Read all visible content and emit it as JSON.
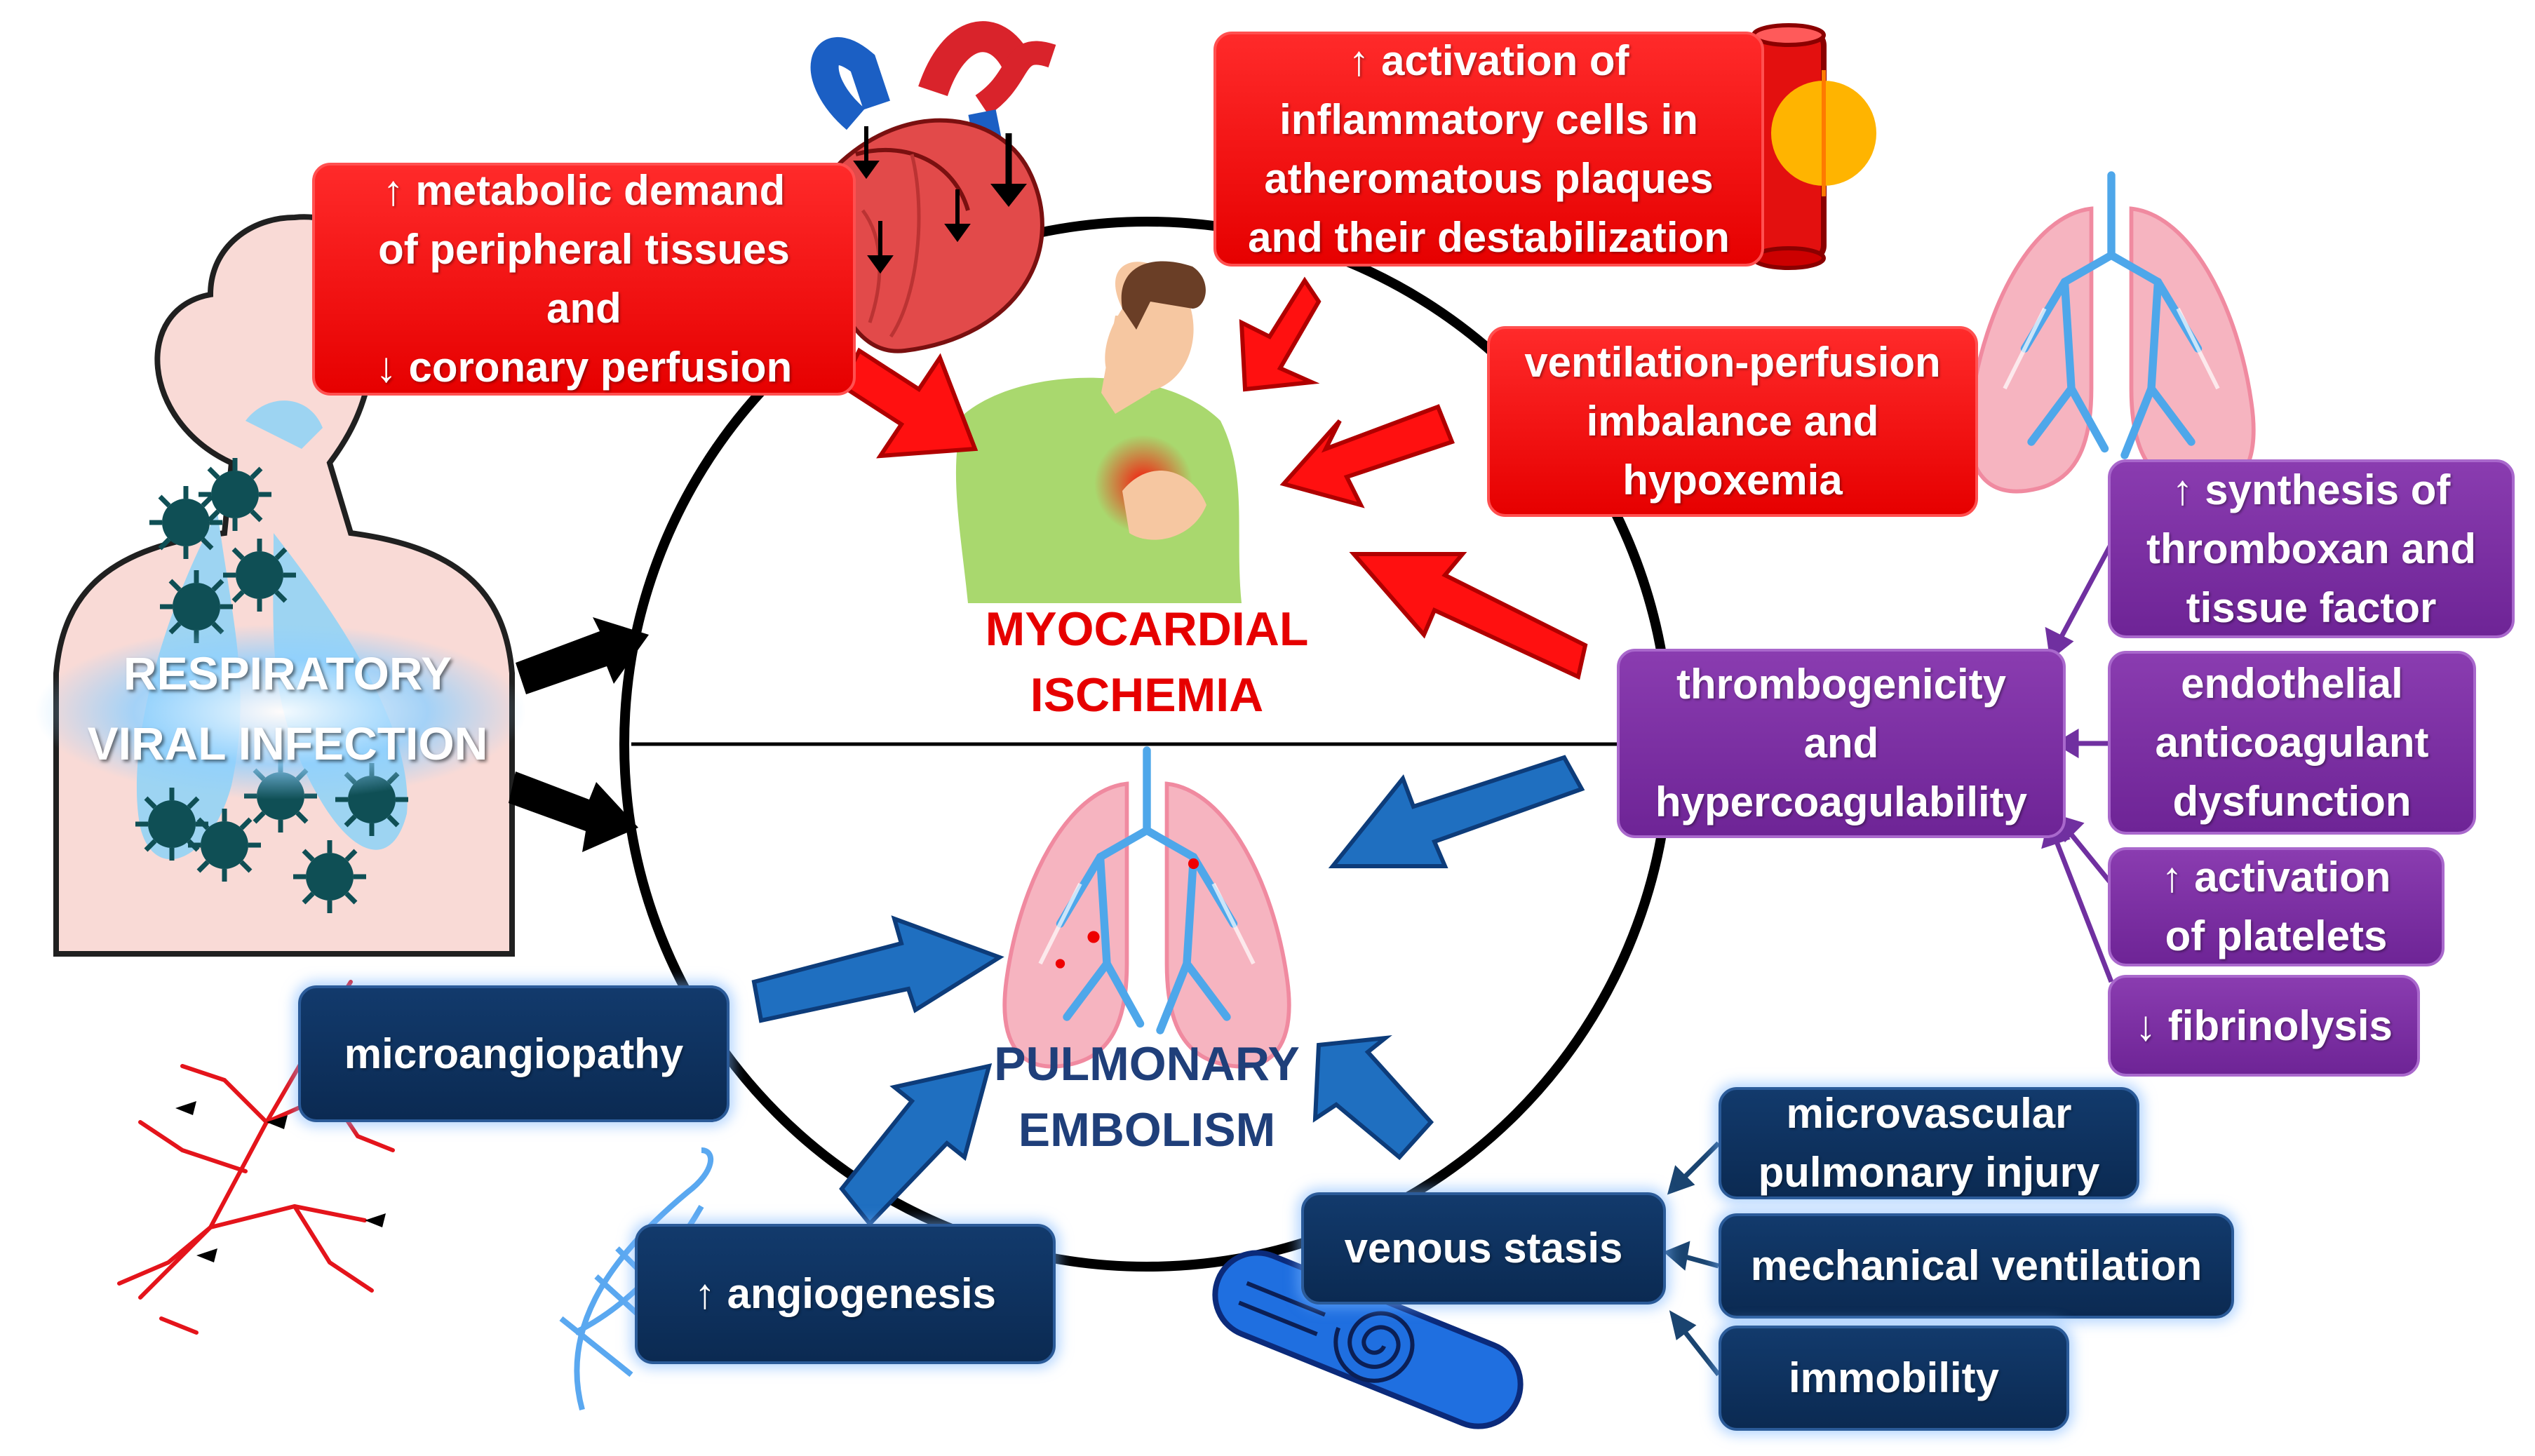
{
  "center": {
    "top_label": "MYOCARDIAL\nISCHEMIA",
    "bottom_label": "PULMONARY\nEMBOLISM"
  },
  "source": {
    "label": "RESPIRATORY\nVIRAL INFECTION"
  },
  "ischemia_causes": [
    {
      "lines": [
        "↑ metabolic demand",
        "of peripheral tissues",
        "and",
        "↓ coronary perfusion"
      ]
    },
    {
      "lines": [
        "↑ activation of",
        "inflammatory cells in",
        "atheromatous plaques",
        "and their destabilization"
      ]
    },
    {
      "lines": [
        "ventilation-perfusion",
        "imbalance and",
        "hypoxemia"
      ]
    }
  ],
  "thrombo": {
    "main": {
      "lines": [
        "thrombogenicity",
        "and",
        "hypercoagulability"
      ]
    },
    "factors": [
      {
        "lines": [
          "↑ synthesis of",
          "thromboxan and",
          "tissue factor"
        ]
      },
      {
        "lines": [
          "endothelial",
          "anticoagulant",
          "dysfunction"
        ]
      },
      {
        "lines": [
          "↑ activation",
          "of platelets"
        ]
      },
      {
        "lines": [
          "↓ fibrinolysis"
        ]
      }
    ]
  },
  "embolism_causes": {
    "microangiopathy": "microangiopathy",
    "angiogenesis": "↑ angiogenesis",
    "venous_stasis": "venous stasis",
    "stasis_factors": [
      "microvascular\npulmonary injury",
      "mechanical ventilation",
      "immobility"
    ]
  },
  "colors": {
    "ischemia_red": "#e60000",
    "thrombo_purple": "#7030a0",
    "embolism_navy": "#0b2a52",
    "arrow_blue": "#1f6fc0",
    "embolism_text": "#1f3f7a"
  }
}
